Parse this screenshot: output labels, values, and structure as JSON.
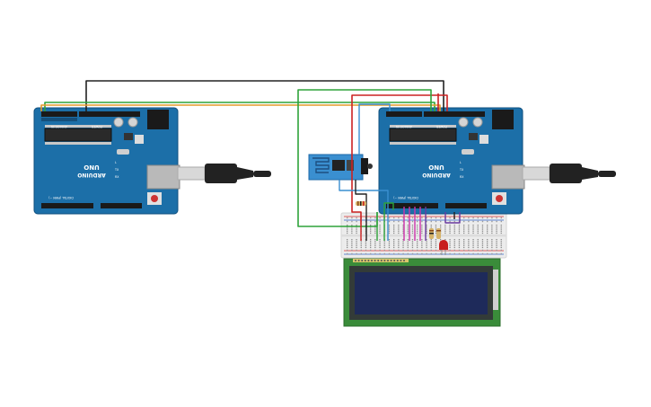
{
  "diagram": {
    "left_board": {
      "model": "UNO",
      "brand": "ARDUINO",
      "digital_label": "DIGITAL (PWM ~)",
      "power_label": "POWER",
      "analog_label": "ANALOG IN",
      "led_labels": [
        "L",
        "TX",
        "RX"
      ]
    },
    "right_board": {
      "model": "UNO",
      "brand": "ARDUINO",
      "digital_label": "DIGITAL (PWM ~)",
      "power_label": "POWER",
      "analog_label": "ANALOG IN",
      "led_labels": [
        "L",
        "TX",
        "RX"
      ]
    },
    "colors": {
      "board": "#1c6fa8",
      "board_edge": "#0f4f7e",
      "wire_black": "#222222",
      "wire_green": "#2fa33a",
      "wire_orange": "#e39a2a",
      "wire_red": "#cc2222",
      "wire_blue": "#3a8fd0",
      "wire_magenta": "#cc33aa",
      "wire_purple": "#6a3aa0",
      "lcd_pcb": "#3a8c3a",
      "lcd_screen": "#1e2a5a",
      "led_red": "#c81e1e",
      "breadboard": "#f2f2f2"
    }
  }
}
